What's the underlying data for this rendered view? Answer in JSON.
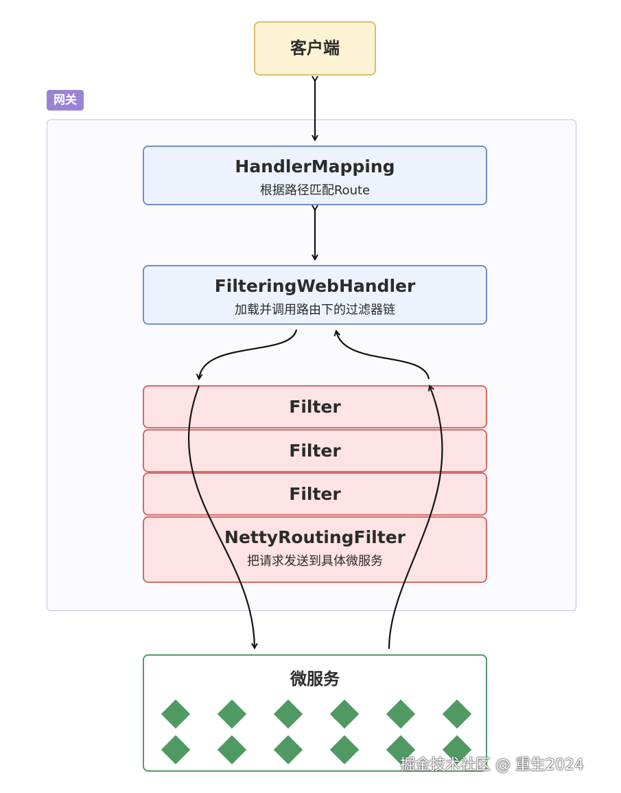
{
  "client": {
    "label": "客户端"
  },
  "gateway": {
    "label": "网关"
  },
  "handler_mapping": {
    "title": "HandlerMapping",
    "subtitle": "根据路径匹配Route"
  },
  "filtering_web_handler": {
    "title": "FilteringWebHandler",
    "subtitle": "加载并调用路由下的过滤器链"
  },
  "filters": [
    {
      "title": "Filter"
    },
    {
      "title": "Filter"
    },
    {
      "title": "Filter"
    },
    {
      "title": "NettyRoutingFilter",
      "subtitle": "把请求发送到具体微服务"
    }
  ],
  "microservice": {
    "label": "微服务",
    "instance_count": 12
  },
  "watermark": "掘金技术社区 @ 重生2024",
  "colors": {
    "client_fill": "#fbf3d4",
    "client_border": "#d8bf6a",
    "gateway_tag": "#9c82d6",
    "handler_fill": "#edf3fc",
    "handler_border": "#6a8fcc",
    "filter_fill": "#fde3e3",
    "filter_border": "#d46a6a",
    "service_border": "#4f9a62"
  }
}
